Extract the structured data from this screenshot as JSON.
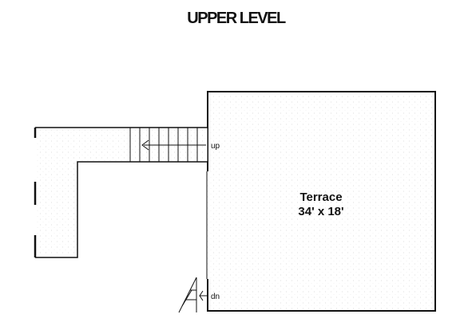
{
  "title": "UPPER LEVEL",
  "rooms": [
    {
      "name": "Terrace",
      "dimensions": "34' x 18'"
    }
  ],
  "stair_labels": {
    "up": "up",
    "down": "dn"
  }
}
